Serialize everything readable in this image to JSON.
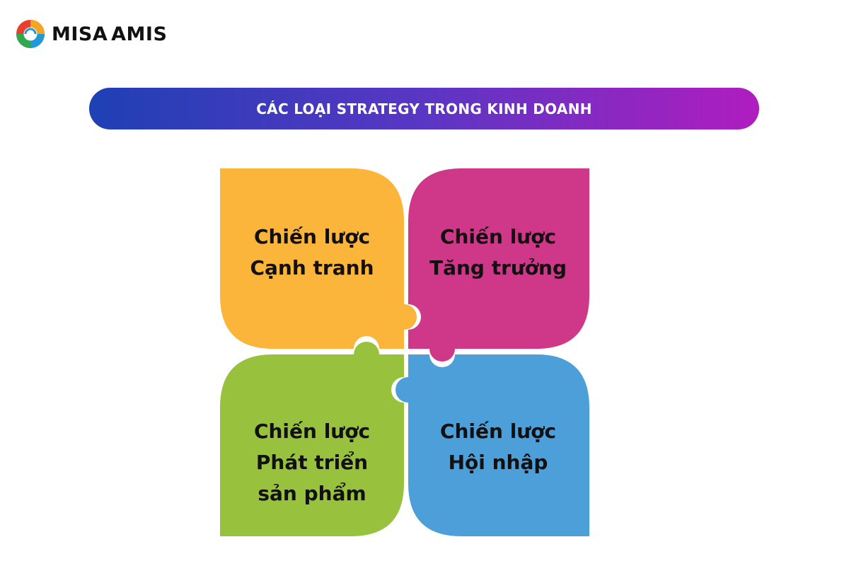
{
  "brand": {
    "name": "MISA AMIS",
    "icon": "misa-amis-logo-icon"
  },
  "banner": {
    "title": "CÁC LOẠI STRATEGY TRONG KINH DOANH",
    "gradient_start": "#1f40b5",
    "gradient_end": "#b01dbf"
  },
  "pieces": [
    {
      "lines": [
        "Chiến lược",
        "Cạnh tranh"
      ],
      "color": "#fbb53a"
    },
    {
      "lines": [
        "Chiến lược",
        "Tăng trưởng"
      ],
      "color": "#cf3889"
    },
    {
      "lines": [
        "Chiến lược",
        "Phát triển",
        "sản phẩm"
      ],
      "color": "#98c23d"
    },
    {
      "lines": [
        "Chiến lược",
        "Hội nhập"
      ],
      "color": "#4d9fd9"
    }
  ]
}
